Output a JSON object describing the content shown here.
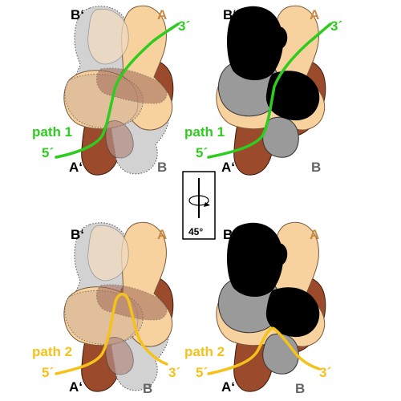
{
  "labels": {
    "a": "A",
    "a_prime": "A‘",
    "b": "B",
    "b_prime": "B‘",
    "five_prime": "5´",
    "three_prime": "3´"
  },
  "paths": {
    "path1": "path 1",
    "path2": "path 2"
  },
  "rotation": {
    "label": "45°"
  },
  "colors": {
    "path1": "#2ecc1f",
    "path2": "#f4c21a",
    "A": "#f7d29e",
    "A_prime": "#9b4a2b",
    "B": "#d2d2d2",
    "B_prime_gray": "#9a9a9a",
    "B_prime_black": "#000000",
    "label_A": "#c98a42",
    "label_B": "#666666"
  }
}
